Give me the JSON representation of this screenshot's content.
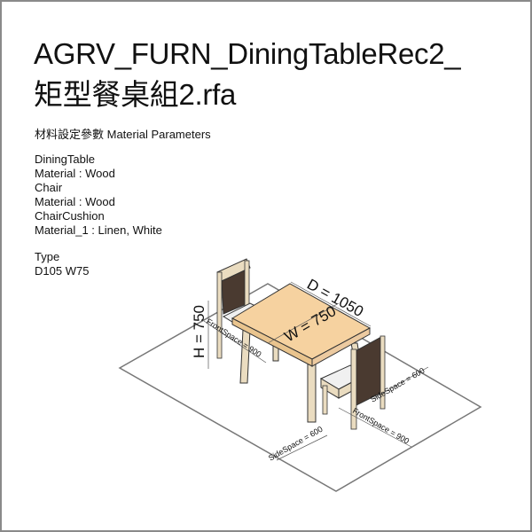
{
  "title": {
    "line1": "AGRV_FURN_DiningTableRec2_",
    "line2": "矩型餐桌組2.rfa"
  },
  "parameters": {
    "heading": "材料設定參數 Material Parameters",
    "groups": [
      {
        "name": "DiningTable",
        "value": "Material :  Wood"
      },
      {
        "name": "Chair",
        "value": "Material :  Wood"
      },
      {
        "name": "ChairCushion",
        "value": "Material_1 :  Linen, White"
      }
    ],
    "type_label": "Type",
    "type_value": "D105 W75"
  },
  "drawing": {
    "dimensions": {
      "depth": "D = 1050",
      "width": "W = 750",
      "height": "H = 750",
      "front_space_left": "FrontSpace = 900",
      "front_space_right": "FrontSpace = 900",
      "side_space_right": "SideSpace = 600",
      "side_space_bottom": "SideSpace = 600"
    },
    "colors": {
      "tabletop": "#f6d2a0",
      "wood": "#eadcc0",
      "chair_back": "#4a3a30",
      "cushion": "#f0f0f0"
    }
  }
}
